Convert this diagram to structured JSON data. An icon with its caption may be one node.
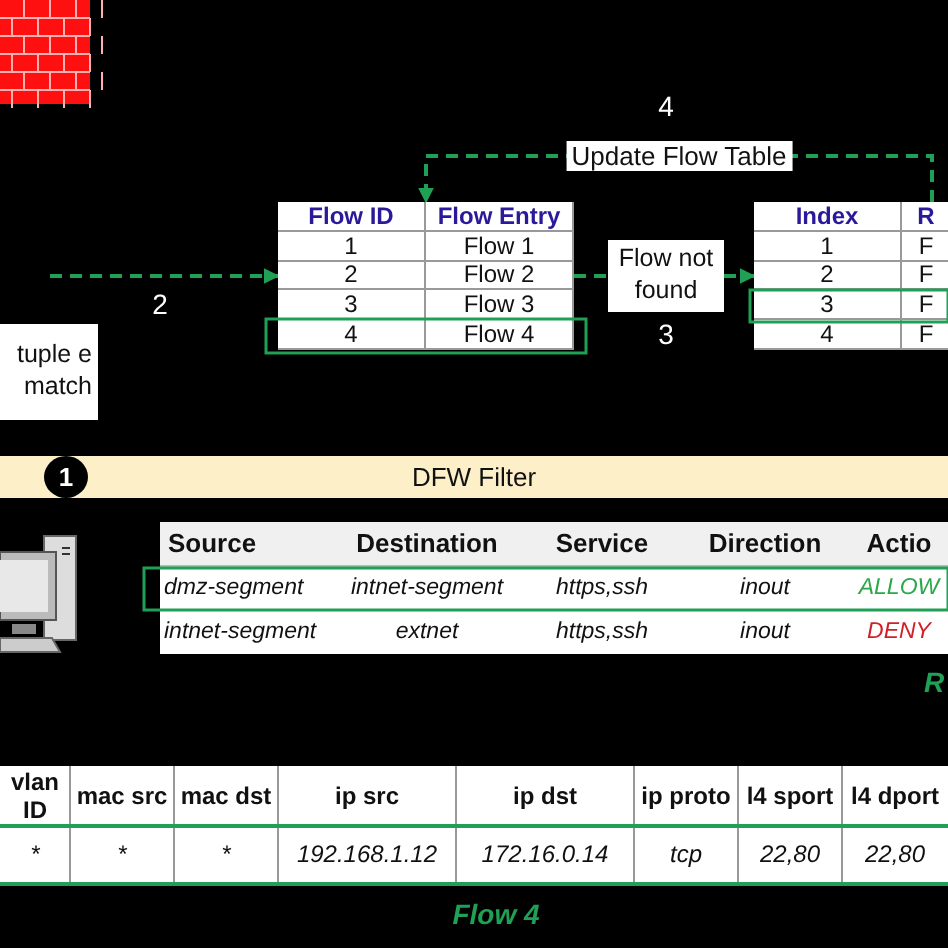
{
  "diagram": {
    "nodes": [
      {
        "text": [
          "Flow ID",
          "Flow Entry",
          "1",
          "Flow 1",
          "2",
          "Flow 2",
          "3",
          "Flow 3",
          "4",
          "Flow 4"
        ]
      },
      {
        "text": [
          "Flow not found"
        ]
      },
      {
        "text": [
          "Index",
          "R",
          "1",
          "F",
          "2",
          "F",
          "3",
          "F",
          "4",
          "F"
        ]
      },
      {
        "text": [
          "tuple e match"
        ]
      },
      {
        "text": [
          "DFW Filter"
        ]
      }
    ],
    "edges": [
      {
        "from": null,
        "to": 0,
        "arrow": "to",
        "style": "dashed"
      },
      {
        "from": 0,
        "to": 1,
        "arrow": "none",
        "style": "dashed"
      },
      {
        "from": 1,
        "to": 2,
        "arrow": "to",
        "style": "dashed"
      },
      {
        "from": 2,
        "to": 0,
        "arrow": "to",
        "style": "dashed",
        "label": "Update Flow Table"
      }
    ],
    "labels": [
      "4",
      "2",
      "3",
      "1",
      "Source",
      "Destination",
      "Service",
      "Direction",
      "Actio",
      "dmz-segment",
      "intnet-segment",
      "https,ssh",
      "inout",
      "ALLOW",
      "intnet-segment",
      "extnet",
      "https,ssh",
      "inout",
      "DENY",
      "R",
      "vlan ID",
      "mac src",
      "mac dst",
      "ip src",
      "ip dst",
      "ip proto",
      "l4 sport",
      "l4 dport",
      "*",
      "*",
      "*",
      "192.168.1.12",
      "172.16.0.14",
      "tcp",
      "22,80",
      "22,80",
      "Flow 4"
    ]
  }
}
